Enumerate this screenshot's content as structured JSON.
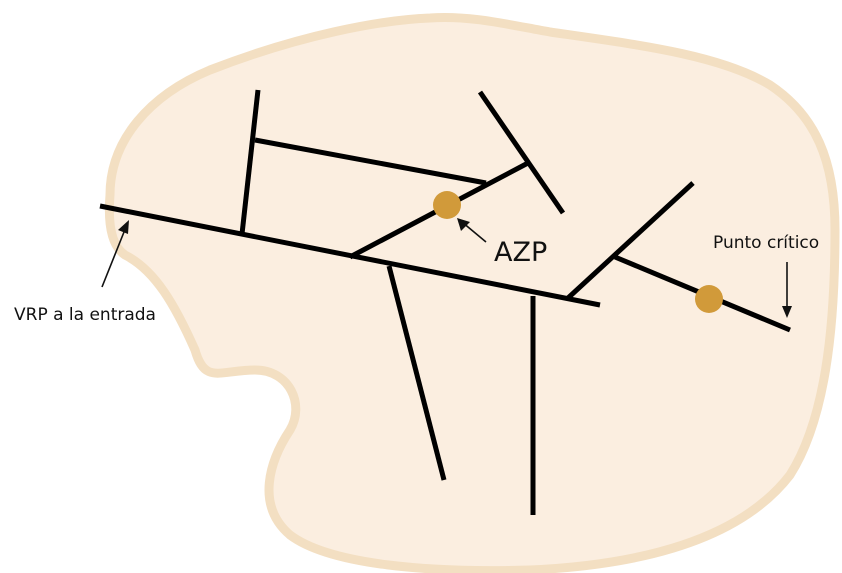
{
  "colors": {
    "zone_fill": "#fbeee0",
    "zone_border": "#f3dfc2",
    "pipe": "#000000",
    "point": "#d19a3a",
    "text": "#111111"
  },
  "labels": {
    "vrp": "VRP a la entrada",
    "azp": "AZP",
    "critical": "Punto crítico"
  }
}
